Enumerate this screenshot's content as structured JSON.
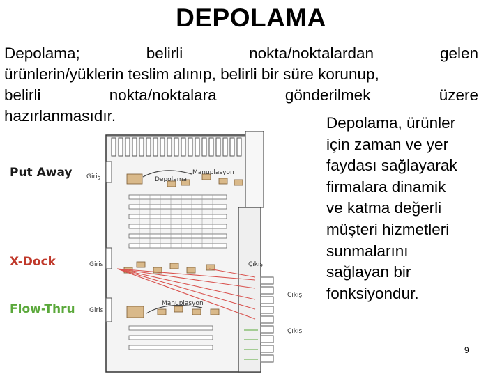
{
  "title": "DEPOLAMA",
  "paragraph": {
    "line1": [
      "Depolama;",
      "belirli",
      "nokta/noktalardan",
      "gelen"
    ],
    "line2": "ürünlerin/yüklerin teslim alınıp, belirli bir süre korunup,",
    "line3": [
      "belirli",
      "nokta/noktalara",
      "gönderilmek",
      "üzere"
    ],
    "line4": "hazırlanmasıdır."
  },
  "side_text": [
    "Depolama, ürünler",
    "için zaman ve yer",
    "faydası sağlayarak",
    "firmalara dinamik",
    "ve katma değerli",
    "müşteri hizmetleri",
    "sunmalarını",
    "sağlayan bir",
    "fonksiyondur."
  ],
  "diagram": {
    "labels": {
      "put_away": "Put Away",
      "x_dock": "X-Dock",
      "flow_thru": "Flow-Thru",
      "giris": "Giriş",
      "cikis": "Çıkış",
      "cikis2": "Cıkış",
      "manupulasyon": "Manuplasyon",
      "depolama": "Depolama"
    },
    "colors": {
      "put_away": "#1a1a1a",
      "x_dock": "#c0392b",
      "flow_thru": "#5aa83a",
      "arrows": "#d9534f"
    }
  },
  "page_number": "9"
}
